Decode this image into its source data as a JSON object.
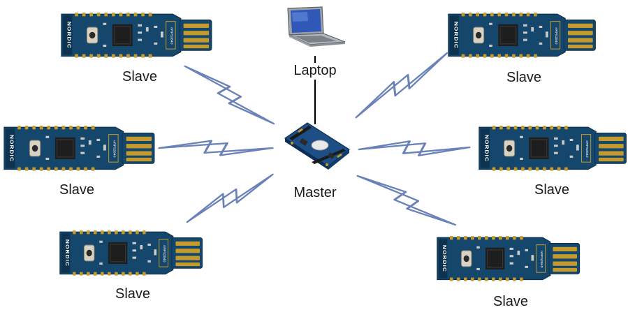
{
  "diagram": {
    "hub": {
      "label": "Master",
      "icon": "nrf-dev-kit-board"
    },
    "host": {
      "label": "Laptop",
      "icon": "laptop-icon"
    },
    "nodes": [
      {
        "id": "slave-top-left",
        "label": "Slave",
        "icon": "nordic-usb-dongle"
      },
      {
        "id": "slave-middle-left",
        "label": "Slave",
        "icon": "nordic-usb-dongle"
      },
      {
        "id": "slave-bottom-left",
        "label": "Slave",
        "icon": "nordic-usb-dongle"
      },
      {
        "id": "slave-top-right",
        "label": "Slave",
        "icon": "nordic-usb-dongle"
      },
      {
        "id": "slave-middle-right",
        "label": "Slave",
        "icon": "nordic-usb-dongle"
      },
      {
        "id": "slave-bottom-right",
        "label": "Slave",
        "icon": "nordic-usb-dongle"
      }
    ],
    "dongle_brand": "NORDIC",
    "dongle_model": "nRF52840",
    "link_style": "wireless-lightning",
    "colors": {
      "link": "#6a82b8",
      "wire": "#000000",
      "pcb": "#15466b",
      "pcb_dark": "#0d3350",
      "gold": "#c49a2c",
      "chip": "#1e1e1e",
      "laptop_screen": "#2f58b8",
      "laptop_body": "#b5b8be",
      "label": "#1a1a1a"
    }
  }
}
